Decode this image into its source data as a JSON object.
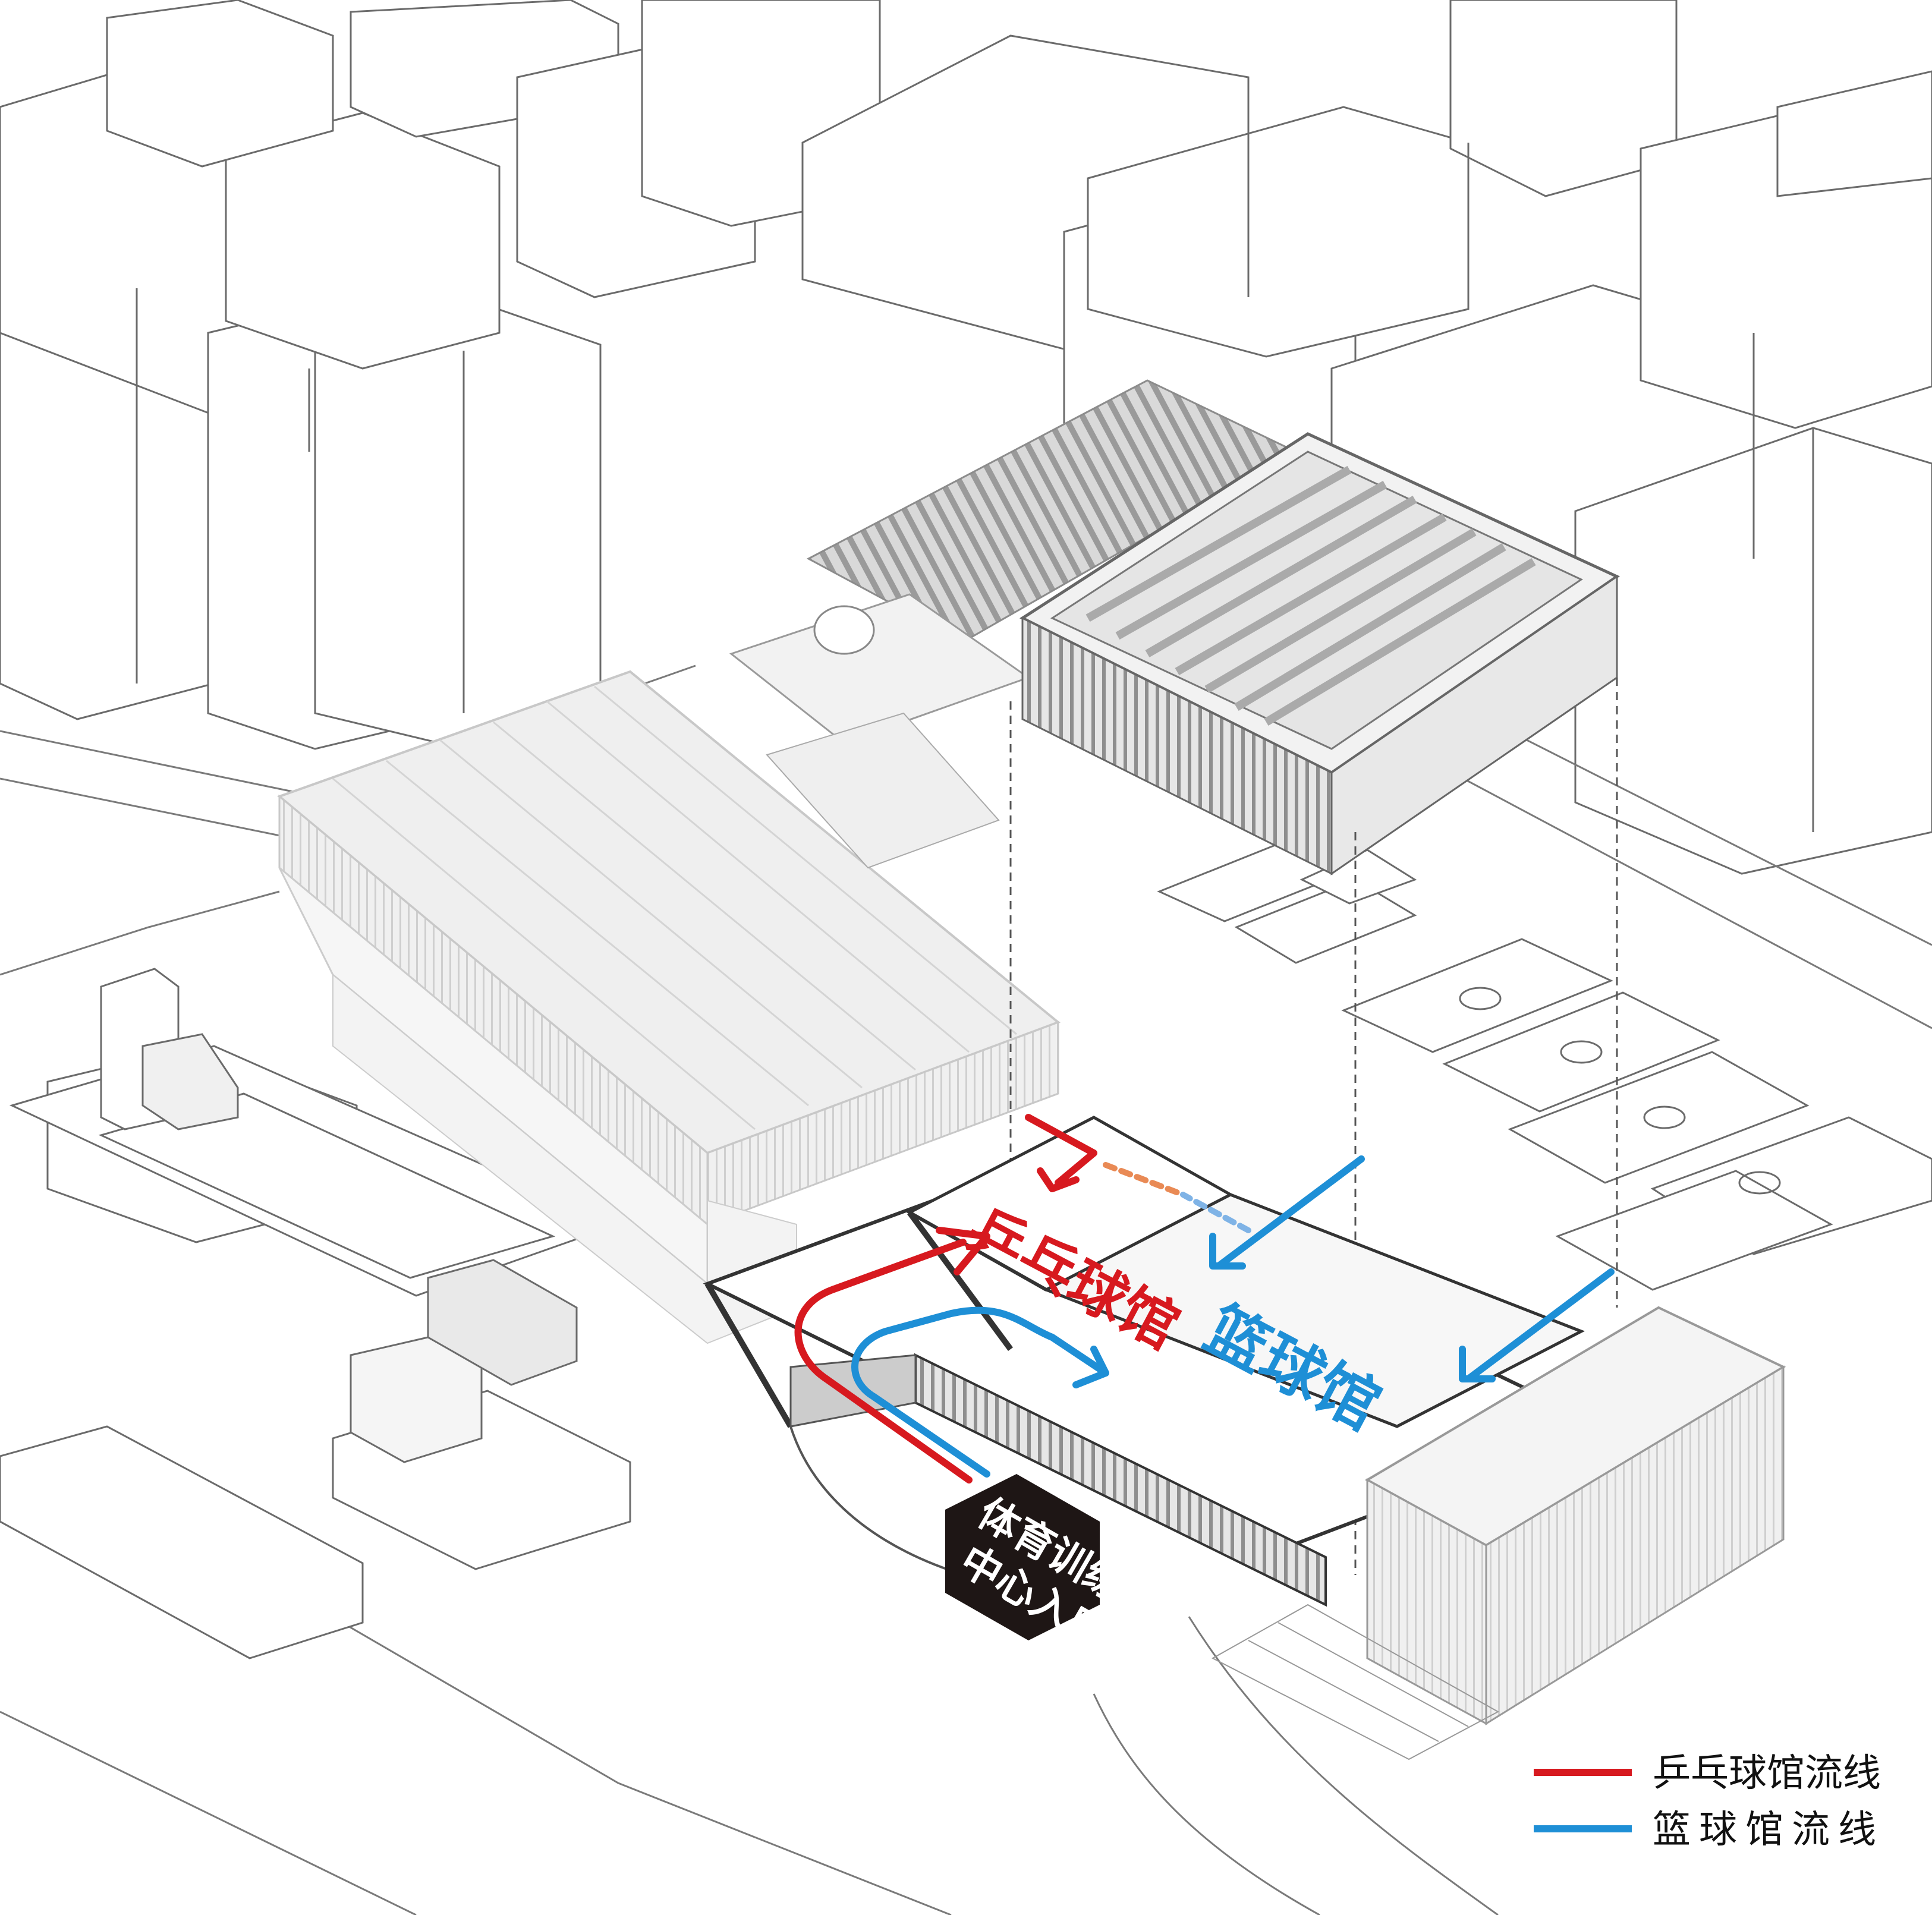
{
  "labels": {
    "pingpong_hall": "乒乓球馆",
    "basketball_hall": "篮球馆",
    "entrance_line1": "体育训练",
    "entrance_line2": "中心入口"
  },
  "legend": {
    "items": [
      {
        "label": "乒乓球馆流线",
        "color": "#d7191f"
      },
      {
        "label": "篮球馆流线",
        "color": "#1e8fd6"
      }
    ]
  },
  "colors": {
    "pingpong_flow": "#d7191f",
    "basketball_flow": "#1e8fd6",
    "pingpong_dashed": "#e98a55",
    "basketball_dashed": "#7fb3e6",
    "entrance_tag": "#1e1615",
    "building_stroke": "#6b6b6b",
    "accent_line": "#3a3a3a"
  }
}
